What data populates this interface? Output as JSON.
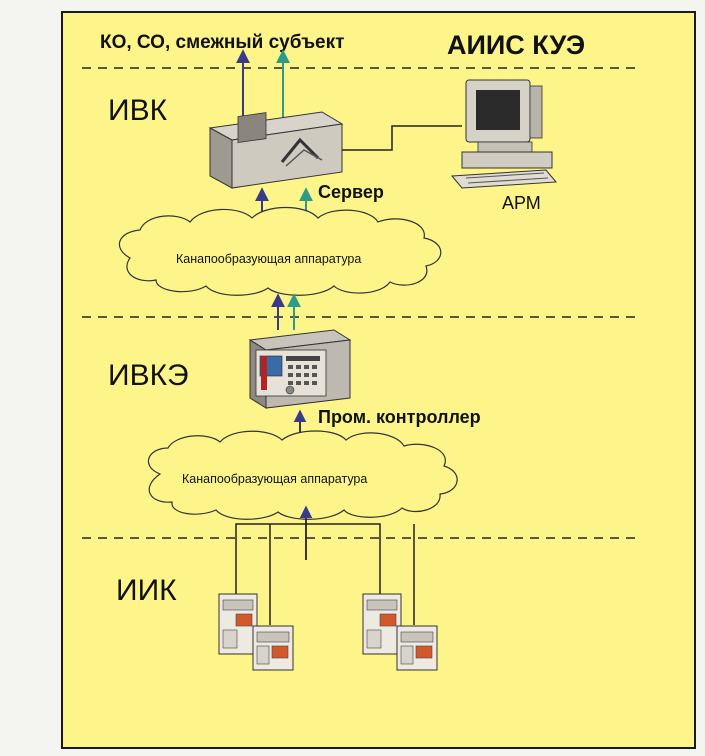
{
  "diagram": {
    "title": "АИИС КУЭ",
    "top_label": "КО, СО, смежный субъект",
    "levels": {
      "ivk": "ИВК",
      "ivke": "ИВКЭ",
      "iik": "ИИК"
    },
    "nodes": {
      "server": "Сервер",
      "arm": "АРМ",
      "controller": "Пром. контроллер",
      "channel_1": "Канапообразующая аппаратура",
      "channel_2": "Канапообразующая аппаратура"
    },
    "colors": {
      "background": "#fdf58a",
      "frame": "#1a1a1a",
      "arrow_dark": "#3a3a8a",
      "arrow_teal": "#2e9a8a",
      "cloud_fill": "#fdf58a"
    }
  }
}
